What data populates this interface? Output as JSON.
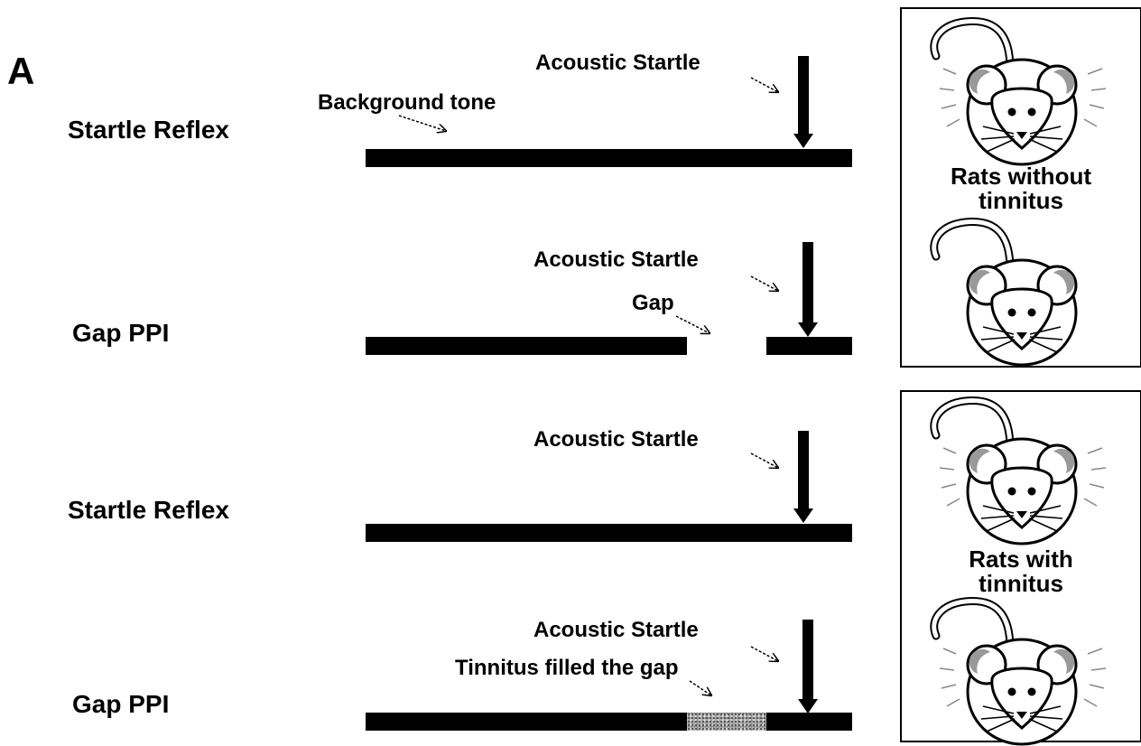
{
  "panel_letter": "A",
  "rows": [
    {
      "label": "Startle Reflex",
      "startle_label": "Acoustic Startle",
      "extra_label": "Background tone"
    },
    {
      "label": "Gap PPI",
      "startle_label": "Acoustic Startle",
      "extra_label": "Gap"
    },
    {
      "label": "Startle Reflex",
      "startle_label": "Acoustic Startle"
    },
    {
      "label": "Gap PPI",
      "startle_label": "Acoustic Startle",
      "extra_label": "Tinnitus filled the gap"
    }
  ],
  "boxes": [
    {
      "label_line1": "Rats without",
      "label_line2": "tinnitus"
    },
    {
      "label_line1": "Rats with",
      "label_line2": "tinnitus"
    }
  ]
}
